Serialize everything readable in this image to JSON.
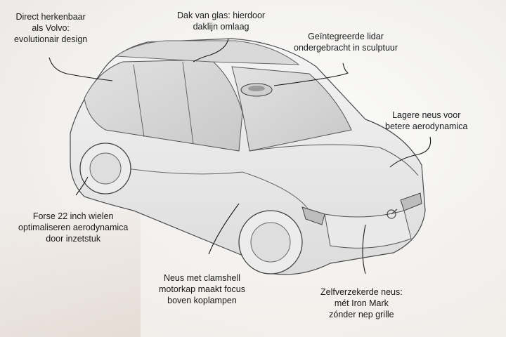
{
  "annotations": [
    {
      "id": "design",
      "lines": [
        "Direct herkenbaar",
        "als Volvo:",
        "evolutionair design"
      ]
    },
    {
      "id": "roof",
      "lines": [
        "Dak van glas: hierdoor",
        "daklijn omlaag"
      ]
    },
    {
      "id": "lidar",
      "lines": [
        "Geïntegreerde lidar",
        "ondergebracht in sculptuur"
      ]
    },
    {
      "id": "nose",
      "lines": [
        "Lagere neus voor",
        "betere aerodynamica"
      ]
    },
    {
      "id": "wheels",
      "lines": [
        "Forse 22 inch wielen",
        "optimaliseren aerodynamica",
        "door inzetstuk"
      ]
    },
    {
      "id": "clamshell",
      "lines": [
        "Neus met clamshell",
        "motorkap maakt focus",
        "boven koplampen"
      ]
    },
    {
      "id": "ironmark",
      "lines": [
        "Zelfverzekerde neus:",
        "mét Iron Mark",
        "zónder nep grille"
      ]
    }
  ],
  "colors": {
    "ink": "#1a1a1a",
    "body": "#e8e8e8",
    "glass": "#d6d6d6",
    "accent": "#c9372c"
  }
}
